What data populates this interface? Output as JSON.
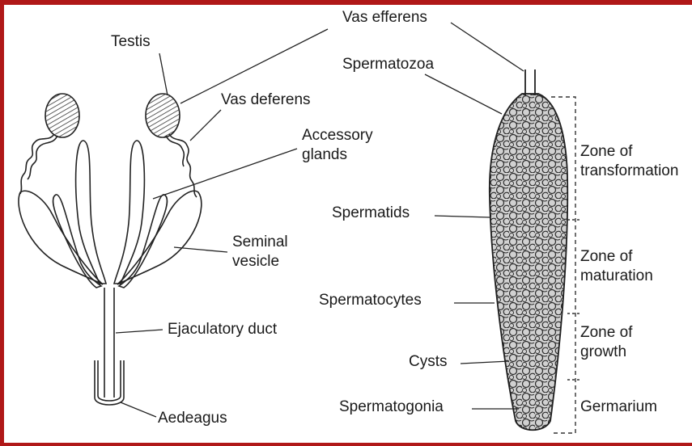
{
  "colors": {
    "border": "#b01818",
    "ink": "#1a1a1a"
  },
  "left_diagram": {
    "testis": "Testis",
    "vas_deferens": "Vas deferens",
    "accessory_glands": "Accessory\nglands",
    "seminal_vesicle": "Seminal\nvesicle",
    "ejaculatory_duct": "Ejaculatory duct",
    "aedeagus": "Aedeagus"
  },
  "right_diagram": {
    "vas_efferens": "Vas efferens",
    "spermatozoa": "Spermatozoa",
    "spermatids": "Spermatids",
    "spermatocytes": "Spermatocytes",
    "cysts": "Cysts",
    "spermatogonia": "Spermatogonia",
    "zones": {
      "transformation": "Zone of\ntransformation",
      "maturation": "Zone of\nmaturation",
      "growth": "Zone of\ngrowth",
      "germarium": "Germarium"
    }
  }
}
